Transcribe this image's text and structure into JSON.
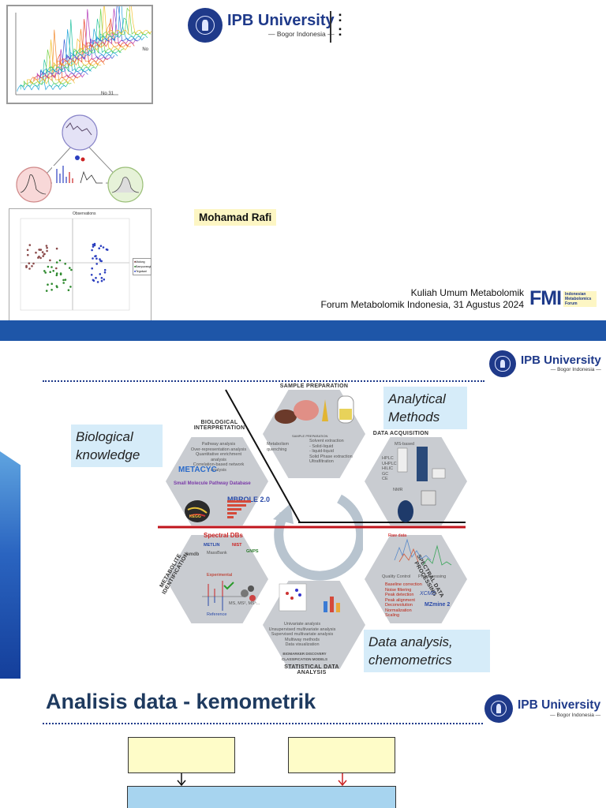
{
  "slide1": {
    "logo": {
      "name": "IPB University",
      "sub": "— Bogor Indonesia —"
    },
    "colon_marks": ":\n:",
    "presenter": "Mohamad Rafi",
    "event_line1": "Kuliah Umum Metabolomik",
    "event_line2": "Forum Metabolomik Indonesia, 31 Agustus 2024",
    "fmi_logo": {
      "abbr": "FMI",
      "full": "Indonesian Metabolomics Forum"
    },
    "img_spectra": {
      "label_top": "No",
      "label_bottom": "No 31"
    },
    "img_pca": {
      "title": "Observations",
      "legend": [
        "Malang",
        "Banyuwangi",
        "Tegalsari"
      ]
    },
    "colors": {
      "accent": "#1f3a8a",
      "band": "#1e56a8",
      "highlight": "#fdf6c4"
    }
  },
  "slide2": {
    "logo": {
      "name": "IPB University",
      "sub": "— Bogor Indonesia —"
    },
    "callouts": {
      "analytical": "Analytical Methods",
      "biological": "Biological knowledge",
      "data_analysis": "Data analysis, chemometrics"
    },
    "hexagons": {
      "sample_prep": {
        "title": "SAMPLE PREPARATION",
        "inner_title": "SAMPLE PREPARATION",
        "left": "Metabolism quenching",
        "right": [
          "Solvent extraction",
          "- Solid-liquid",
          "- liquid-liquid",
          "Solid Phase extraction",
          "Ultrafiltration"
        ]
      },
      "acquisition": {
        "title": "DATA ACQUISITION",
        "ms": "MS-based",
        "methods": [
          "HPLC",
          "UHPLC",
          "HILIC",
          "GC",
          "CE"
        ],
        "nmr": "NMR"
      },
      "processing": {
        "title": "SPECTRAL DATA PROCESSING",
        "raw": "Raw data",
        "qc": "Quality Control",
        "preproc": "Preprocessing",
        "steps": [
          "Baseline correction",
          "Noise filtering",
          "Peak detection",
          "Peak alignment",
          "Deconvolution",
          "Normalization",
          "Scaling"
        ],
        "tools": [
          "XCMS",
          "MZmine 2"
        ]
      },
      "statistical": {
        "title": "STATISTICAL DATA ANALYSIS",
        "lines": [
          "Univariate analysis",
          "Unsupervised multivariate analysis",
          "Supervised multivariate analysis",
          "Multiway methods",
          "Data visualization"
        ],
        "models": "BIOMARKER DISCOVERY CLASSIFICATION MODELS"
      },
      "identification": {
        "title": "METABOLITE IDENTIFICATION",
        "dbs": "Spectral DBs",
        "names": [
          "METLIN",
          "NIST",
          "MassBank",
          "GNPS",
          "hmdb"
        ],
        "exp": "Experimental",
        "ref": "Reference",
        "adducts": "MS, MS², MSⁿ..."
      },
      "interpretation": {
        "title": "BIOLOGICAL INTERPRETATION",
        "lines": [
          "Pathway analysis",
          "Over-representation analysis",
          "Quantitative enrichment analysis",
          "Correlation-based network analysis"
        ],
        "tools": [
          "METACYC",
          "Small Molecule Pathway Database",
          "MBROLE 2.0",
          "KEGG"
        ]
      }
    }
  },
  "slide3": {
    "title": "Analisis data - kemometrik",
    "logo": {
      "name": "IPB University",
      "sub": "— Bogor Indonesia —"
    }
  }
}
